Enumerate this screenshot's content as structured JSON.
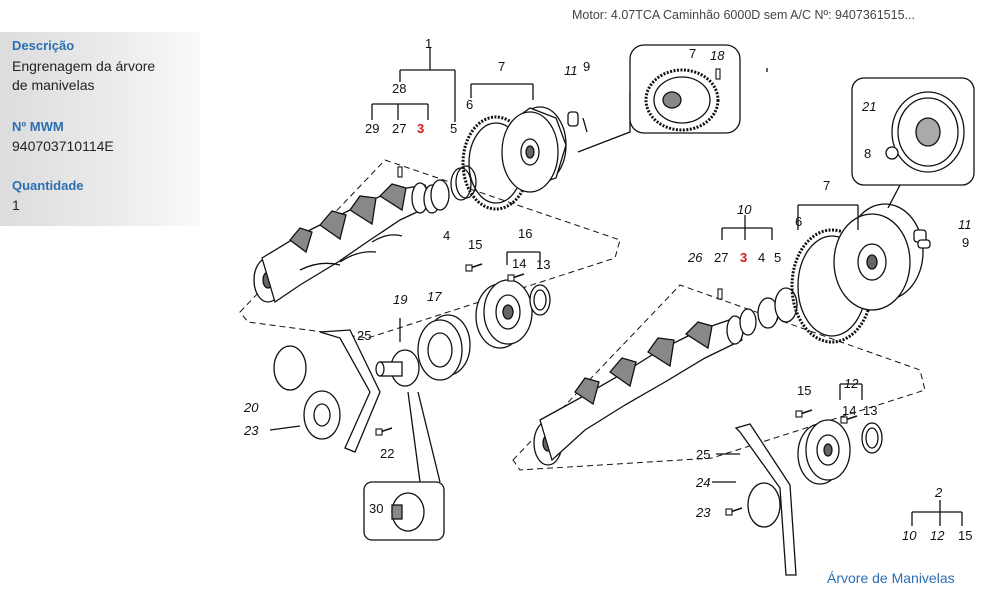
{
  "header": {
    "motor_info": "Motor: 4.07TCA Caminhão 6000D sem A/C    Nº: 9407361515..."
  },
  "sidebar": {
    "description_label": "Descrição",
    "description_line1": "Engrenagem da árvore",
    "description_line2": "de manivelas",
    "mwm_label": "Nº MWM",
    "mwm_value": "940703710114E",
    "quantity_label": "Quantidade",
    "quantity_value": "1"
  },
  "diagram": {
    "labels": {
      "l1": "1",
      "l28": "28",
      "l29": "29",
      "l27": "27",
      "l3a": "3",
      "l5a": "5",
      "l4a": "4",
      "l7a": "7",
      "l6a": "6",
      "l11a": "11",
      "l9a": "9",
      "l7b": "7",
      "l18": "18",
      "l15a": "15",
      "l16": "16",
      "l14a": "14",
      "l13a": "13",
      "l19": "19",
      "l17": "17",
      "l25a": "25",
      "l20": "20",
      "l23a": "23",
      "l22": "22",
      "l30": "30",
      "l21": "21",
      "l8": "8",
      "l7c": "7",
      "l6b": "6",
      "l11b": "11",
      "l9b": "9",
      "l10": "10",
      "l26": "26",
      "l27b": "27",
      "l3b": "3",
      "l4b": "4",
      "l5b": "5",
      "l15b": "15",
      "l12": "12",
      "l14b": "14",
      "l13b": "13",
      "l25b": "25",
      "l24": "24",
      "l23b": "23",
      "l2": "2",
      "l10b": "10",
      "l12b": "12",
      "l15c": "15"
    }
  },
  "footer": {
    "link": "Árvore de Manivelas"
  }
}
